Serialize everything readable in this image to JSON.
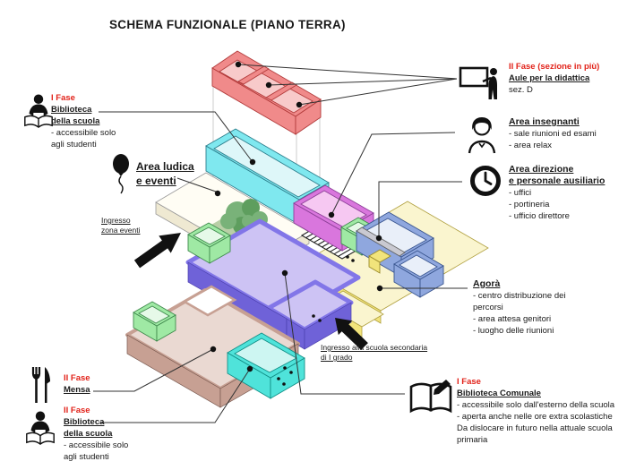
{
  "title": "SCHEMA FUNZIONALE (PIANO TERRA)",
  "colors": {
    "red_text": "#e2231a",
    "annotation_line": "#333333",
    "projection_line": "#cccccc",
    "slab_wall": "#f08a8a",
    "slab_floor": "#f8caca",
    "slab_stroke": "#b23b3b",
    "cyan_wall": "#7fe8ef",
    "cyan_floor": "#def7f9",
    "magenta_wall": "#d976dd",
    "magenta_floor": "#f6c8f2",
    "green_wall": "#9fe9a4",
    "green_floor": "#e6f9e8",
    "blue_wall": "#8fa7de",
    "blue_floor": "#e9eff9",
    "gray_wall": "#c9c9d1",
    "yellow_wall": "#f2e47b",
    "yellow_floor": "#faf5cf",
    "purple_wall": "#8276e8",
    "purple_band": "#6f62d8",
    "purple_floor": "#cdc3f4",
    "brown_wall": "#c7a093",
    "brown_floor": "#ead9d2",
    "teal_wall": "#4fe3da",
    "teal_floor": "#cdf6f2",
    "ivory_wall": "#efe9d2",
    "ivory_floor": "#fffdf4",
    "tree_mat": "#b9cfa6",
    "tree_leaf": "#79b279",
    "tree_leaf_dark": "#5e9e5e"
  },
  "labels": {
    "fase1_biblioteca": {
      "phase": "I Fase",
      "name1": "Biblioteca",
      "name2": "della scuola",
      "note1": "- accessibile solo",
      "note2": "agli studenti"
    },
    "area_ludica": {
      "line1": "Area ludica",
      "line2": "e eventi"
    },
    "ingresso_eventi": {
      "line1": "Ingresso",
      "line2": "zona eventi"
    },
    "mensa": {
      "phase": "II Fase",
      "name": "Mensa"
    },
    "fase2_biblioteca": {
      "phase": "II Fase",
      "name1": "Biblioteca",
      "name2": "della scuola",
      "note1": "- accessibile solo",
      "note2": "agli studenti"
    },
    "aule": {
      "phase": "II Fase (sezione in più)",
      "name": "Aule per la didattica",
      "note": "sez. D"
    },
    "insegnanti": {
      "name": "Area insegnanti",
      "note1": "- sale riunioni ed esami",
      "note2": "- area relax"
    },
    "direzione": {
      "name1": "Area direzione",
      "name2": "e personale ausiliario",
      "note1": "- uffici",
      "note2": "- portineria",
      "note3": "- ufficio direttore"
    },
    "agora": {
      "name": "Agorà",
      "note1": "- centro distribuzione dei",
      "note2": "percorsi",
      "note3": "- area attesa genitori",
      "note4": "- luogho delle riunioni"
    },
    "biblioteca_comunale": {
      "phase": "I Fase",
      "name": "Biblioteca Comunale",
      "note1": "- accessibile solo dall'esterno della scuola",
      "note2": "- aperta anche nelle ore extra scolastiche",
      "note3": "Da dislocare in futuro nella attuale scuola",
      "note4": "primaria"
    },
    "ingresso_secondaria": {
      "line1": "Ingresso alla scuola secondaria",
      "line2": "di I grado"
    }
  }
}
